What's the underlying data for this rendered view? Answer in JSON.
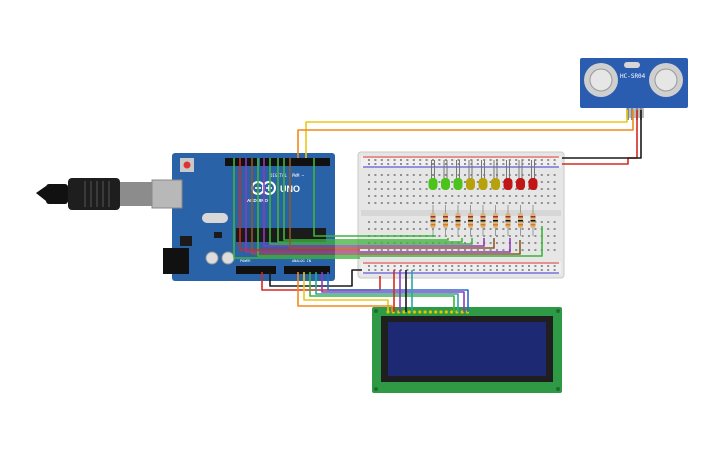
{
  "arduino": {
    "model": "UNO",
    "brand": "ARDUINO",
    "header_digital": "DIGITAL",
    "header_pwm": "PWM ~",
    "power_label": "POWER",
    "analog_label": "ANALOG IN",
    "color": "#2a62a8"
  },
  "sensor": {
    "model": "HC-SR04",
    "color": "#2a5db0"
  },
  "lcd": {
    "pcb_color": "#2f9a46",
    "screen_color": "#1d2a73"
  },
  "leds": [
    "green",
    "green",
    "green",
    "yellow",
    "yellow",
    "yellow",
    "red",
    "red",
    "red"
  ],
  "led_colors": {
    "green": "#4cc31b",
    "yellow": "#b7a20e",
    "red": "#c01616"
  },
  "wire_colors": {
    "yellow": "#e8c81b",
    "orange": "#ef8a1c",
    "red": "#d52a1f",
    "black": "#1a1a1a",
    "green": "#3fb43b",
    "purple": "#8f3ab9",
    "brown": "#8b5a2b",
    "teal": "#2aa6a1",
    "blue": "#2a69d1",
    "gray": "#8c8c8c",
    "pink": "#e35ac9"
  }
}
